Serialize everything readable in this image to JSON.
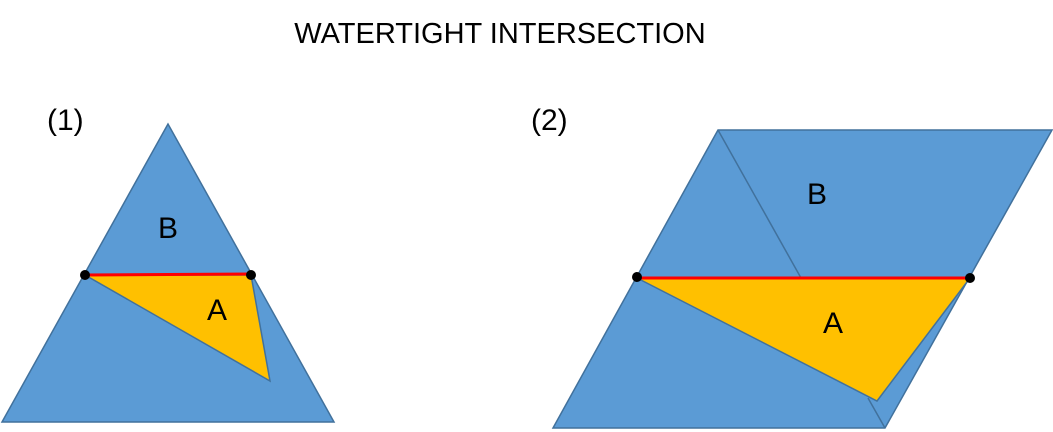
{
  "title": "WATERTIGHT INTERSECTION",
  "panels": [
    {
      "label": "(1)",
      "triangle_a": "A",
      "triangle_b": "B"
    },
    {
      "label": "(2)",
      "triangle_a": "A",
      "triangle_b": "B"
    }
  ],
  "colors": {
    "blue": "#5B9BD5",
    "edge": "#41719C",
    "yellow": "#FFC000",
    "red": "#FF0000",
    "point": "#000000"
  }
}
